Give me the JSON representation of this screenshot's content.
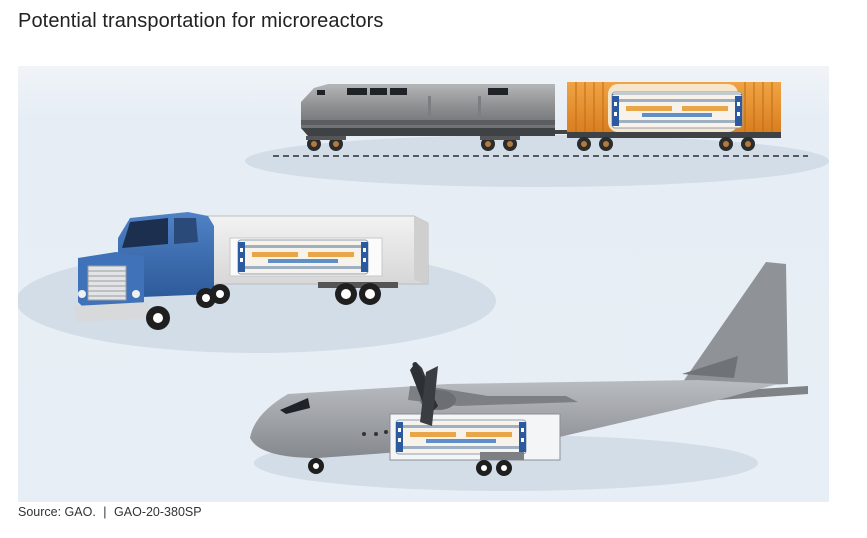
{
  "header": {
    "title": "Potential transportation for microreactors"
  },
  "figure": {
    "vehicles": [
      "rail-car",
      "truck",
      "cargo-aircraft"
    ],
    "colors": {
      "background": "#e9eef4",
      "ground_ellipse": "#d3dde7",
      "train_locomotive": "#8c8e90",
      "boxcar": "#e58d2a",
      "truck_cab": "#3a6db2",
      "trailer": "#e6e6e6",
      "aircraft": "#9fa2a6",
      "reactor_blue": "#2b5aa0",
      "reactor_orange": "#e9a649"
    }
  },
  "footer": {
    "source_label": "Source: GAO.",
    "separator": "|",
    "report_id": "GAO-20-380SP"
  }
}
